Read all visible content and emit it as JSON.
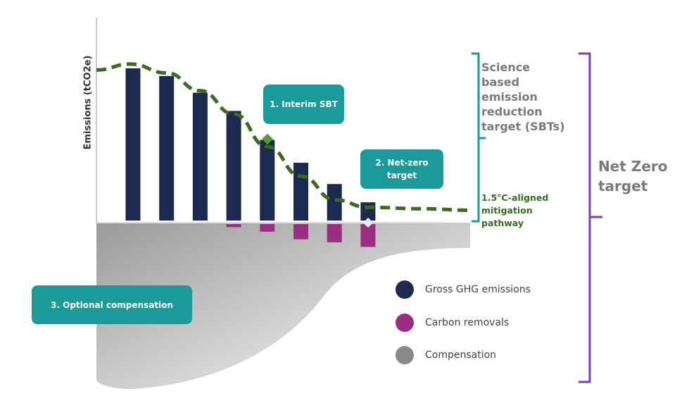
{
  "y_axis_label": "Emissions (tCO2e)",
  "callouts": {
    "interim": "1. Interim SBT",
    "netzero_line1": "2. Net-zero",
    "netzero_line2": "target",
    "compensation": "3. Optional compensation"
  },
  "brackets": {
    "sbt": [
      "Science",
      "based",
      "emission",
      "reduction",
      "target (SBTs)"
    ],
    "netzero": [
      "Net Zero",
      "target"
    ]
  },
  "pathway_label": [
    "1.5°C-aligned",
    "mitigation",
    "pathway"
  ],
  "legend": [
    {
      "label": "Gross GHG emissions",
      "color": "#1b2a4e"
    },
    {
      "label": "Carbon removals",
      "color": "#9b2d82"
    },
    {
      "label": "Compensation",
      "color": "#8a8a8a"
    }
  ],
  "chart_data": {
    "type": "bar",
    "series": [
      {
        "name": "Gross GHG emissions",
        "values": [
          100,
          95,
          84,
          72,
          53,
          38,
          24,
          12
        ]
      },
      {
        "name": "Carbon removals",
        "values": [
          0,
          0,
          0,
          2,
          5,
          10,
          12,
          15
        ]
      }
    ],
    "pathway": [
      102,
      106,
      100,
      88,
      72,
      50,
      30,
      14,
      9,
      8,
      7
    ],
    "colors": {
      "pathway": "#3a6b1f",
      "sbt_bracket": "#1a9a98",
      "netzero_bracket": "#7a3fb5"
    }
  }
}
